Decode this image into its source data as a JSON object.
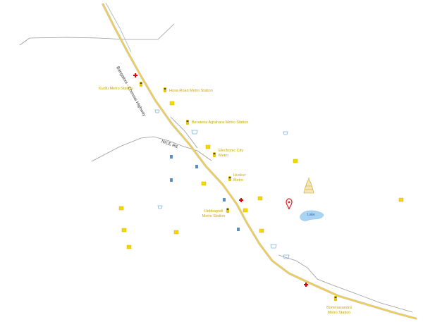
{
  "colors": {
    "background": "#ffffff",
    "highway": "#f4d03f",
    "highway_casing": "#c8c8c8",
    "minor_road": "#9a9a9a",
    "metro_label": "#c9a900",
    "hospital": "#e00000",
    "water": "#a9d3f2",
    "pin": "#e02020",
    "poi_yellow": "#f5d800",
    "poi_blue": "#5a8fc4"
  },
  "roads": {
    "highway_label": "Bangalore - Chennai Highway",
    "nice_label": "NICE Rd."
  },
  "metro_stations": [
    {
      "label": "Kudlu Metro Station"
    },
    {
      "label": "Hosa Road Metro Station"
    },
    {
      "label": "Beratena Agrahara Metro Station"
    },
    {
      "label": "Electronic City\nMetro"
    },
    {
      "label": "Huskur\nMetro"
    },
    {
      "label": "Hebbagodi\nMetro Station"
    },
    {
      "label": "Bommasandra\nMetro Station"
    }
  ],
  "water": {
    "label": "Lake"
  },
  "icons": {
    "metro": "metro-train-icon",
    "hospital": "hospital-cross-icon",
    "pin": "location-pin-icon",
    "temple": "temple-icon",
    "poi": "building-icon",
    "shop": "shopping-cart-icon",
    "cube": "office-cube-icon"
  }
}
